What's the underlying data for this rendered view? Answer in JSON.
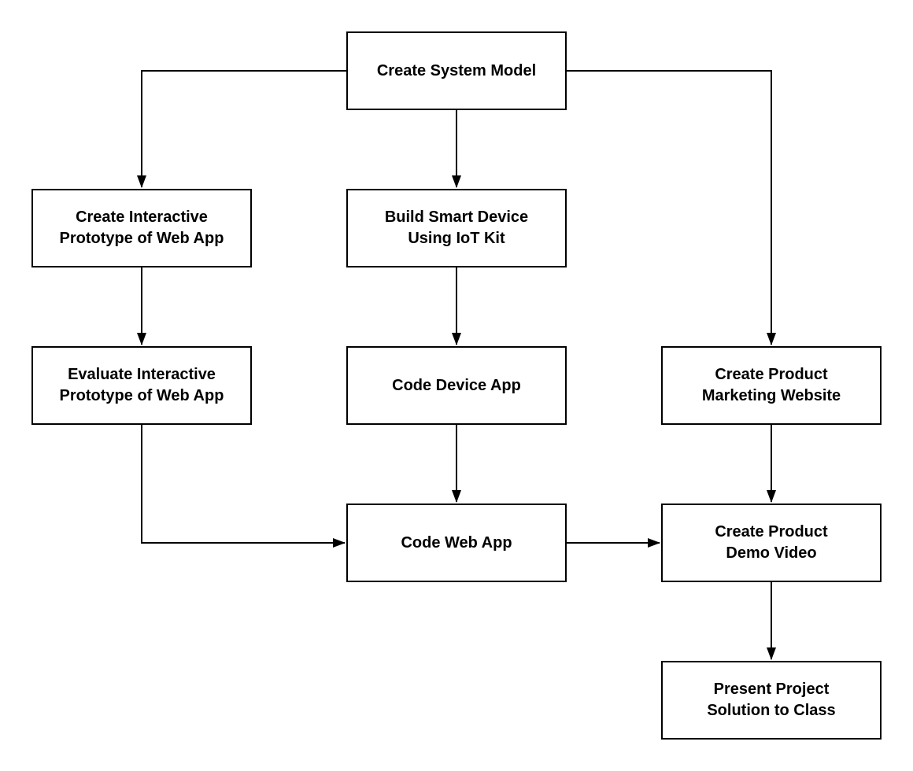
{
  "diagram": {
    "type": "flowchart",
    "colors": {
      "stroke": "#000000",
      "fill": "#ffffff",
      "text": "#000000"
    },
    "nodes": {
      "system_model": {
        "lines": [
          "Create System Model"
        ]
      },
      "interactive_prototype": {
        "lines": [
          "Create Interactive",
          "Prototype of Web App"
        ]
      },
      "smart_device": {
        "lines": [
          "Build Smart Device",
          "Using IoT Kit"
        ]
      },
      "evaluate_prototype": {
        "lines": [
          "Evaluate Interactive",
          "Prototype of Web App"
        ]
      },
      "device_app": {
        "lines": [
          "Code Device App"
        ]
      },
      "marketing_website": {
        "lines": [
          "Create Product",
          "Marketing Website"
        ]
      },
      "web_app": {
        "lines": [
          "Code Web App"
        ]
      },
      "demo_video": {
        "lines": [
          "Create Product",
          "Demo Video"
        ]
      },
      "present_solution": {
        "lines": [
          "Present Project",
          "Solution to Class"
        ]
      }
    },
    "edges": [
      {
        "from": "system_model",
        "to": "interactive_prototype"
      },
      {
        "from": "system_model",
        "to": "smart_device"
      },
      {
        "from": "system_model",
        "to": "marketing_website"
      },
      {
        "from": "interactive_prototype",
        "to": "evaluate_prototype"
      },
      {
        "from": "smart_device",
        "to": "device_app"
      },
      {
        "from": "evaluate_prototype",
        "to": "web_app"
      },
      {
        "from": "device_app",
        "to": "web_app"
      },
      {
        "from": "marketing_website",
        "to": "demo_video"
      },
      {
        "from": "web_app",
        "to": "demo_video"
      },
      {
        "from": "demo_video",
        "to": "present_solution"
      }
    ]
  }
}
